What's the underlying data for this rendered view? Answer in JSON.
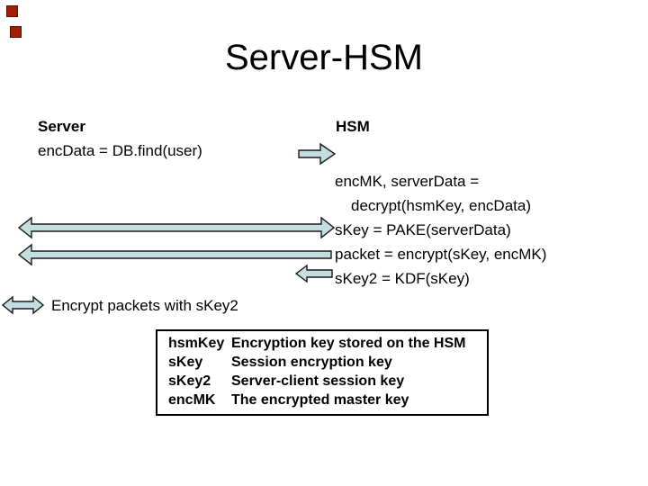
{
  "slide": {
    "title": "Server-HSM",
    "decoration": {
      "color": "#a11d05"
    },
    "server": {
      "heading": "Server",
      "step": "encData = DB.find(user)"
    },
    "hsm": {
      "heading": "HSM",
      "lines": [
        "encMK, serverData =",
        "decrypt(hsmKey, encData)",
        "sKey = PAKE(serverData)",
        "packet = encrypt(sKey, encMK)",
        "sKey2 = KDF(sKey)"
      ]
    },
    "footnote": "Encrypt packets with sKey2",
    "arrows": {
      "fill_color": "#c3dde0",
      "outline_color": "#1a1a1a",
      "items": [
        {
          "name": "server-to-hsm",
          "direction": "right"
        },
        {
          "name": "pake-exchange",
          "direction": "both"
        },
        {
          "name": "packet-to-server",
          "direction": "left"
        },
        {
          "name": "skey2-to-server",
          "direction": "left"
        },
        {
          "name": "encrypted-traffic",
          "direction": "both"
        }
      ]
    },
    "legend": {
      "rows": [
        {
          "term": "hsmKey",
          "definition": "Encryption key stored on the HSM"
        },
        {
          "term": "sKey",
          "definition": "Session encryption key"
        },
        {
          "term": "sKey2",
          "definition": "Server-client session key"
        },
        {
          "term": "encMK",
          "definition": "The encrypted master key"
        }
      ]
    }
  }
}
